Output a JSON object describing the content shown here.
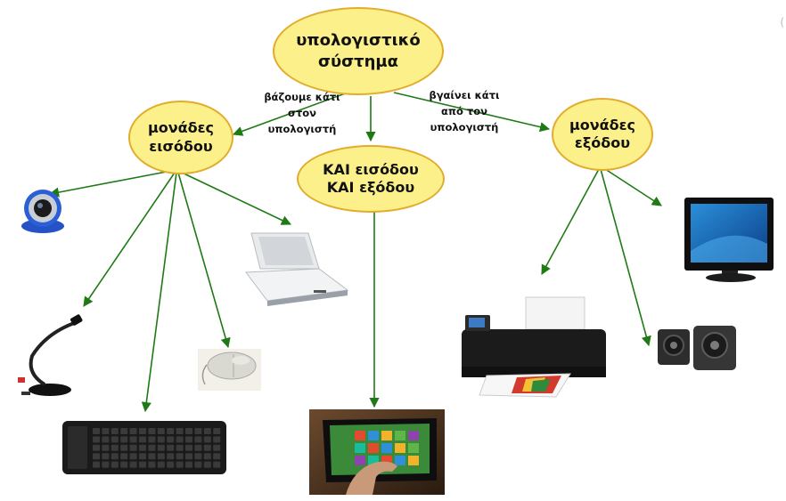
{
  "nodes": {
    "root": [
      "υπολογιστικό",
      "σύστημα"
    ],
    "input": [
      "μονάδες",
      "εισόδου"
    ],
    "both": [
      "ΚΑΙ εισόδου",
      "ΚΑΙ εξόδου"
    ],
    "output": [
      "μονάδες",
      "εξόδου"
    ]
  },
  "edge_labels": {
    "to_input": [
      "βάζουμε κάτι",
      "στον",
      "υπολογιστή"
    ],
    "to_output": [
      "βγαίνει κάτι",
      "από τον",
      "υπολογιστή"
    ]
  },
  "corner_mark": "(",
  "devices": {
    "input": [
      "webcam",
      "microphone",
      "keyboard",
      "mouse",
      "scanner"
    ],
    "both": [
      "tablet"
    ],
    "output": [
      "printer",
      "speakers",
      "monitor"
    ]
  },
  "colors": {
    "node_fill": "#fbf08a",
    "node_border": "#e2ac2c",
    "arrow": "#1f7a16"
  }
}
